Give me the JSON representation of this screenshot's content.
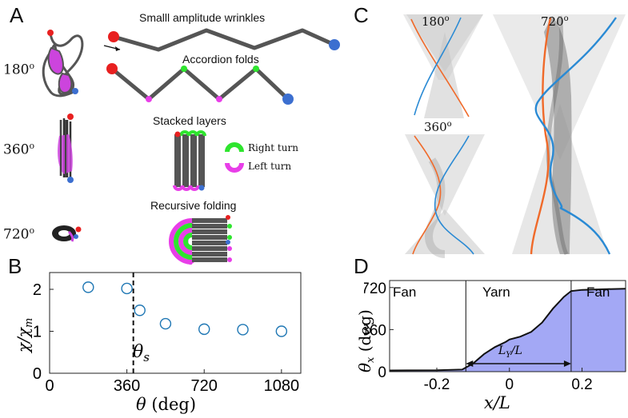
{
  "panelA": {
    "letter": "A",
    "angles": [
      "180",
      "360",
      "720"
    ],
    "degree_sign": "o",
    "modes": [
      "Smalll amplitude wrinkles",
      "Accordion folds",
      "Stacked layers",
      "Recursive folding"
    ],
    "legend": {
      "right": "Right turn",
      "left": "Left turn"
    },
    "colors": {
      "right_turn": "#2ee52e",
      "left_turn": "#e83ee8",
      "start": "#e82020",
      "end": "#3c6fd0",
      "rod": "#555555",
      "loop": "#cc44dd"
    }
  },
  "panelB": {
    "letter": "B",
    "theta_s_label": "θ",
    "theta_s_sub": "s",
    "chart_data": {
      "type": "scatter",
      "x": [
        180,
        360,
        420,
        540,
        720,
        900,
        1080
      ],
      "y": [
        2.05,
        2.02,
        1.5,
        1.18,
        1.05,
        1.04,
        1.0
      ],
      "xlim": [
        0,
        1170
      ],
      "ylim": [
        0,
        2.4
      ],
      "xticks": [
        "0",
        "360",
        "720",
        "1080"
      ],
      "yticks": [
        "0",
        "1",
        "2"
      ],
      "xlabel_sym": "θ",
      "xlabel_unit": "(deg)",
      "ylabel_num": "χ/χ",
      "ylabel_sub": "m",
      "threshold_x": 390,
      "marker_color": "#1f77b4"
    }
  },
  "panelC": {
    "letter": "C",
    "labels": [
      "180",
      "360",
      "720"
    ],
    "degree_sign": "o",
    "colors": {
      "orange": "#f06a2a",
      "blue": "#2a8ad4"
    }
  },
  "panelD": {
    "letter": "D",
    "regions": [
      "Fan",
      "Yarn",
      "Fan"
    ],
    "span_label": "L",
    "span_sub": "Y",
    "span_tail": "/L",
    "chart_data": {
      "type": "area",
      "x": [
        -0.33,
        -0.2,
        -0.13,
        -0.1,
        -0.07,
        -0.04,
        -0.01,
        0.0,
        0.03,
        0.06,
        0.09,
        0.12,
        0.15,
        0.17,
        0.2,
        0.25,
        0.32
      ],
      "y": [
        10,
        12,
        18,
        70,
        150,
        210,
        255,
        275,
        300,
        340,
        420,
        540,
        640,
        690,
        700,
        705,
        710
      ],
      "xlim": [
        -0.33,
        0.32
      ],
      "ylim": [
        0,
        780
      ],
      "xticks": [
        "-0.2",
        "0",
        "0.2"
      ],
      "yticks": [
        "0",
        "360",
        "720"
      ],
      "xlabel_num": "x/L",
      "ylabel_sym": "θ",
      "ylabel_sub": "x",
      "ylabel_unit": "(deg)",
      "boundaries": [
        -0.12,
        0.17
      ],
      "fill_color": "#a3a8f5"
    }
  }
}
